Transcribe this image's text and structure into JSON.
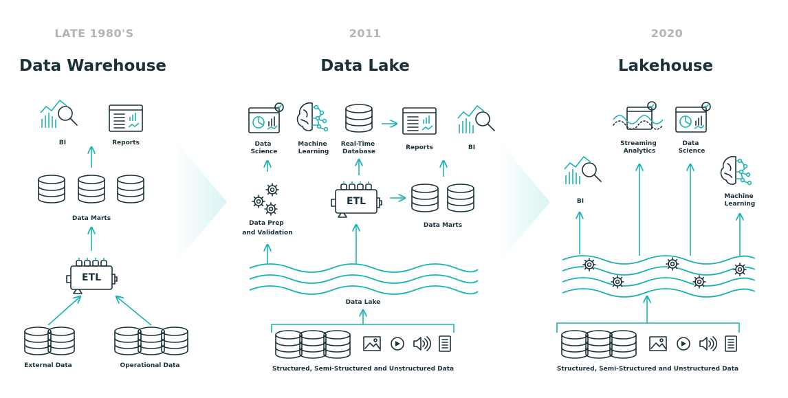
{
  "columns": [
    {
      "era": "LATE 1980'S",
      "title": "Data Warehouse",
      "labels": {
        "bi": "BI",
        "reports": "Reports",
        "data_marts": "Data Marts",
        "etl": "ETL",
        "external_data": "External Data",
        "operational_data": "Operational Data"
      }
    },
    {
      "era": "2011",
      "title": "Data Lake",
      "labels": {
        "data_science": [
          "Data",
          "Science"
        ],
        "machine_learning": [
          "Machine",
          "Learning"
        ],
        "real_time_database": [
          "Real-Time",
          "Database"
        ],
        "reports": "Reports",
        "bi": "BI",
        "data_prep": [
          "Data Prep",
          "and Validation"
        ],
        "etl": "ETL",
        "data_marts": "Data Marts",
        "data_lake": "Data Lake",
        "sources": "Structured, Semi-Structured and Unstructured Data"
      }
    },
    {
      "era": "2020",
      "title": "Lakehouse",
      "labels": {
        "streaming_analytics": [
          "Streaming",
          "Analytics"
        ],
        "data_science": [
          "Data",
          "Science"
        ],
        "bi": "BI",
        "machine_learning": [
          "Machine",
          "Learning"
        ],
        "sources": "Structured, Semi-Structured and Unstructured Data"
      }
    }
  ],
  "colors": {
    "accent": "#1ab3b3",
    "ink": "#1b3139",
    "era": "#b0b5b9",
    "chevron": "#e3f7f7"
  }
}
